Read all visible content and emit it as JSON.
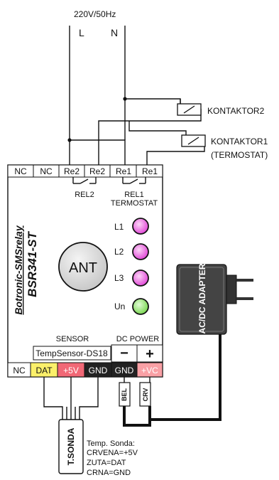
{
  "mains": {
    "label": "220V/50Hz",
    "l": "L",
    "n": "N"
  },
  "contactors": [
    {
      "label": "KONTAKTOR2"
    },
    {
      "label": "KONTAKTOR1"
    },
    {
      "label": "(TERMOSTAT)"
    }
  ],
  "top_terminals": [
    "NC",
    "NC",
    "Re2",
    "Re2",
    "Re1",
    "Re1"
  ],
  "relay_labels": {
    "rel2": "REL2",
    "rel1": "REL1",
    "termostat": "TERMOSTAT"
  },
  "device": {
    "brand": "Botronic-SMSrelay",
    "model": "BSR341-ST",
    "ant": "ANT"
  },
  "leds": [
    {
      "label": "L1",
      "color": "#e34fd9"
    },
    {
      "label": "L2",
      "color": "#e34fd9"
    },
    {
      "label": "L3",
      "color": "#e34fd9"
    },
    {
      "label": "Un",
      "color": "#7ed957"
    }
  ],
  "section_labels": {
    "sensor": "SENSOR",
    "dc_power": "DC POWER",
    "temp_sensor": "TempSensor-DS18"
  },
  "dc_symbols": {
    "minus": "−",
    "plus": "+"
  },
  "bottom_terminals": [
    {
      "label": "NC",
      "bg": "#ffffff",
      "fg": "#111111"
    },
    {
      "label": "DAT",
      "bg": "#fbf06a",
      "fg": "#111111"
    },
    {
      "label": "+5V",
      "bg": "#f16876",
      "fg": "#ffffff"
    },
    {
      "label": "GND",
      "bg": "#222222",
      "fg": "#ffffff"
    },
    {
      "label": "GND",
      "bg": "#222222",
      "fg": "#ffffff"
    },
    {
      "label": "+VC",
      "bg": "#f9a0a5",
      "fg": "#ffffff"
    }
  ],
  "wire_tags": {
    "bel": "BEL",
    "crv": "CRV"
  },
  "adapter": {
    "label": "AC/DC ADAPTER"
  },
  "sonda": {
    "tag": "T.SONDA",
    "title": "Temp. Sonda:",
    "lines": [
      "CRVENA=+5V",
      "ZUTA=DAT",
      "CRNA=GND"
    ]
  }
}
